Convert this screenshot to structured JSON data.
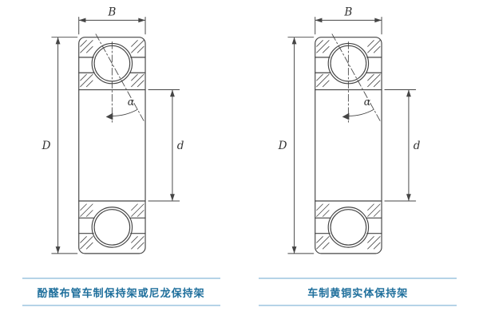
{
  "colors": {
    "line": "#454545",
    "caption_text": "#1f6f9c",
    "caption_rule": "#b5d3e7",
    "background": "#ffffff"
  },
  "diagrams": [
    {
      "caption": "酚醛布管车制保持架或尼龙保持架",
      "dimensions": {
        "width_label": "B",
        "outer_diameter_label": "D",
        "bore_diameter_label": "d",
        "contact_angle_label": "α"
      }
    },
    {
      "caption": "车制黄铜实体保持架",
      "dimensions": {
        "width_label": "B",
        "outer_diameter_label": "D",
        "bore_diameter_label": "d",
        "contact_angle_label": "α"
      }
    }
  ]
}
